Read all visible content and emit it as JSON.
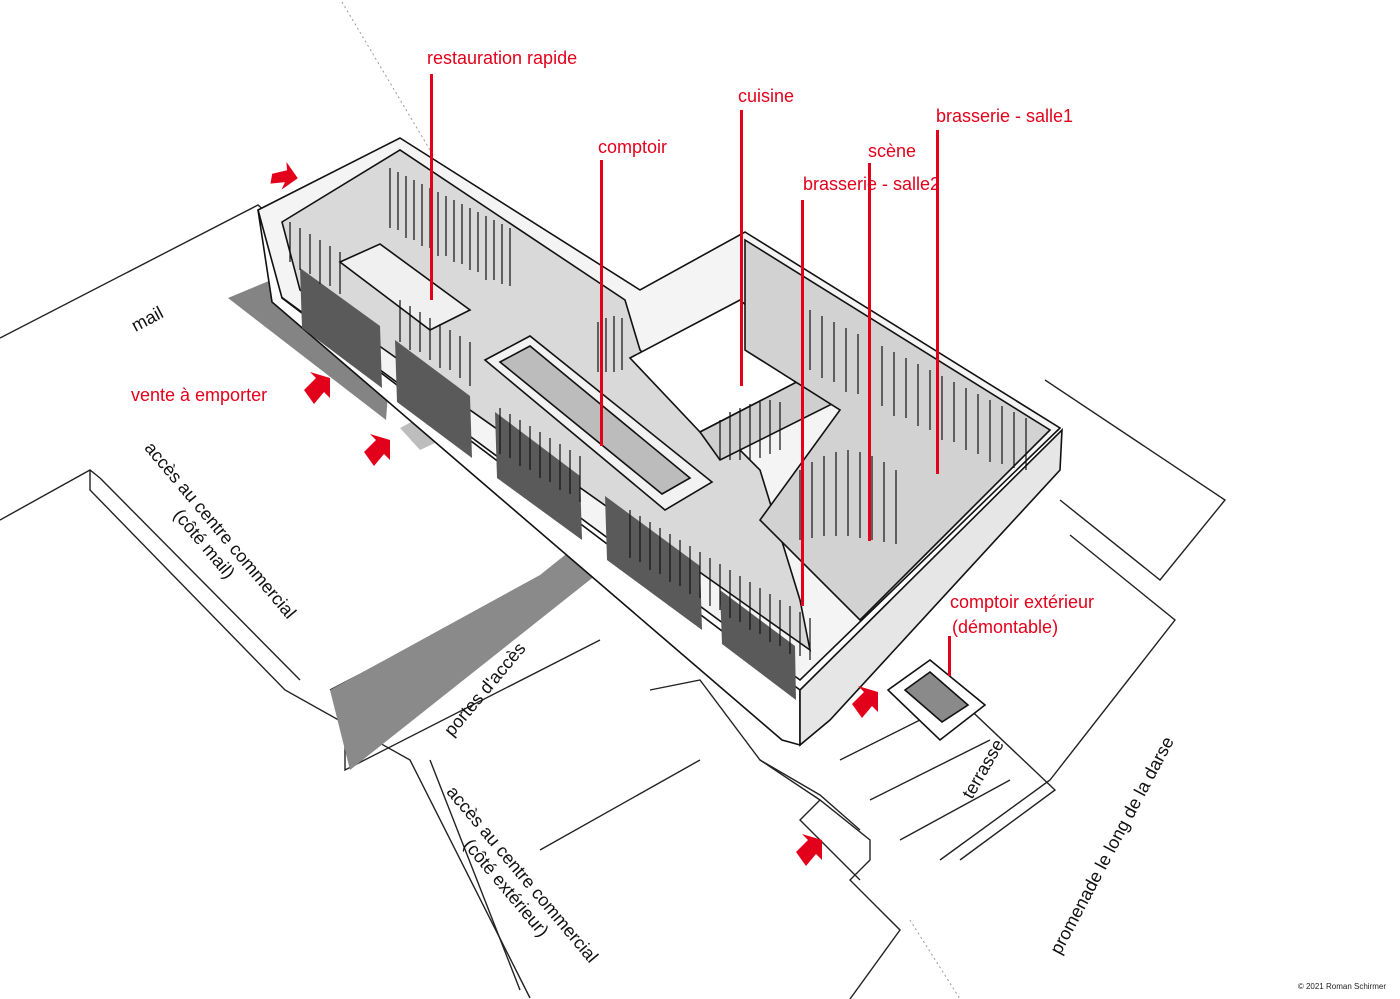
{
  "labels": {
    "restauration_rapide": "restauration rapide",
    "comptoir": "comptoir",
    "cuisine": "cuisine",
    "brasserie_salle1": "brasserie - salle1",
    "scene": "scène",
    "brasserie_salle2": "brasserie - salle2",
    "vente_a_emporter": "vente à emporter",
    "comptoir_exterieur_l1": "comptoir extérieur",
    "comptoir_exterieur_l2": "(démontable)"
  },
  "site_labels": {
    "mail": "mail",
    "acces_mail_l1": "accès au centre commercial",
    "acces_mail_l2": "(côté mail)",
    "portes_acces": "portes d'accès",
    "acces_ext_l1": "accès au centre commercial",
    "acces_ext_l2": "(côté extérieur)",
    "terrasse": "terrasse",
    "promenade": "promenade le long de la darse"
  },
  "credit": "© 2021 Roman Schirmer",
  "colors": {
    "annotation": "#e3001b",
    "ink": "#111111",
    "shadow": "#7a7a7a",
    "background": "#ffffff"
  }
}
